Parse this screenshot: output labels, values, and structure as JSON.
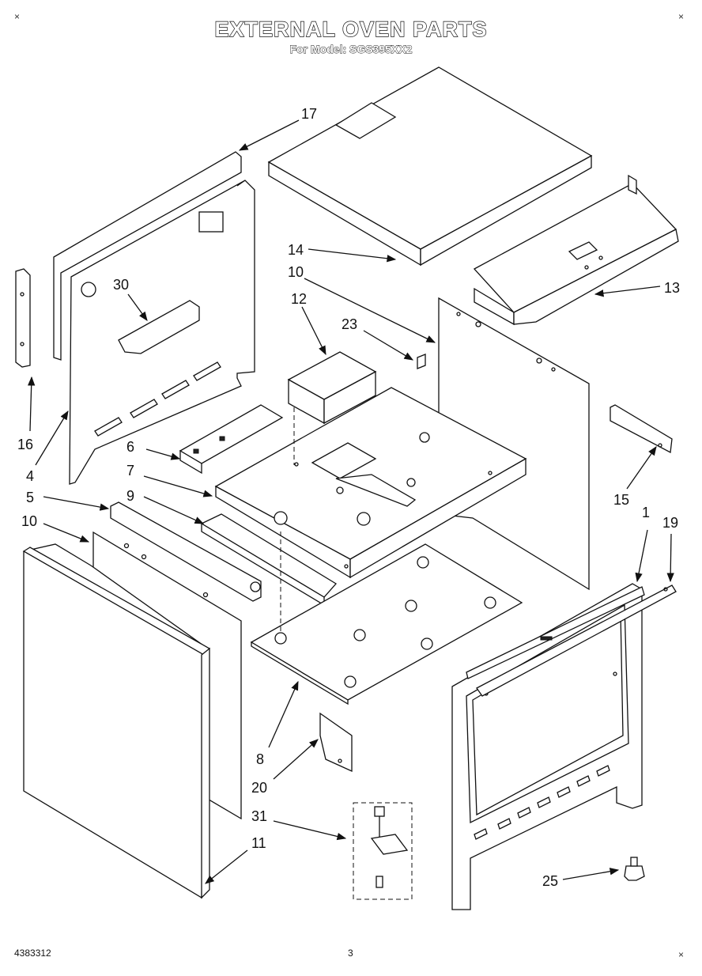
{
  "page": {
    "title": "EXTERNAL OVEN PARTS",
    "subtitle": "For Model: SGS395XX2",
    "doc_number": "4383312",
    "page_number": "3",
    "corner_mark": "×"
  },
  "callouts": {
    "c1": "1",
    "c4": "4",
    "c5": "5",
    "c6": "6",
    "c7": "7",
    "c8": "8",
    "c9": "9",
    "c10a": "10",
    "c10b": "10",
    "c11": "11",
    "c12": "12",
    "c13": "13",
    "c14": "14",
    "c15": "15",
    "c16": "16",
    "c17": "17",
    "c19": "19",
    "c20": "20",
    "c23": "23",
    "c25": "25",
    "c30": "30",
    "c31": "31"
  }
}
